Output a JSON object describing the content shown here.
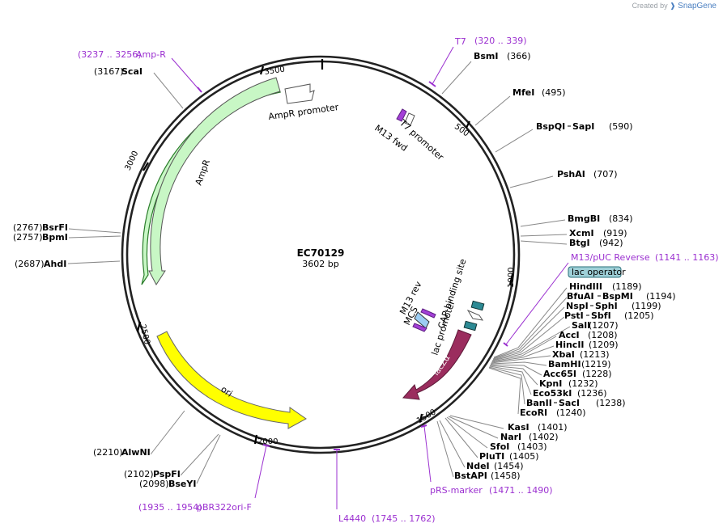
{
  "credit": {
    "prefix": "Created by",
    "brand": "SnapGene"
  },
  "plasmid": {
    "name": "EC70129",
    "length_label": "3602 bp"
  },
  "ticks": [
    "500",
    "1000",
    "1500",
    "2000",
    "2500",
    "3000",
    "3500"
  ],
  "features": {
    "ampr": "AmpR",
    "ampr_promoter": "AmpR promoter",
    "ori": "ori",
    "lacz": "lacZα",
    "m13_fwd": "M13 fwd",
    "t7_promoter": "T7 promoter",
    "m13_rev": "M13 rev",
    "mcs": "MCS",
    "cap": "CAP binding site",
    "lac_promoter": "lac promoter",
    "lac_operator": "lac operator"
  },
  "primers": {
    "t7": {
      "name": "T7",
      "range": "(320 .. 339)"
    },
    "ampr": {
      "name": "Amp-R",
      "range": "(3237 .. 3256)"
    },
    "m13puc": {
      "name": "M13/pUC Reverse",
      "range": "(1141 .. 1163)"
    },
    "prs": {
      "name": "pRS-marker",
      "range": "(1471 .. 1490)"
    },
    "l4440": {
      "name": "L4440",
      "range": "(1745 .. 1762)"
    },
    "pbr": {
      "name": "pBR322ori-F",
      "range": "(1935 .. 1954)"
    }
  },
  "sites_right": [
    {
      "name": "BsmI",
      "pos": "(366)"
    },
    {
      "name": "MfeI",
      "pos": "(495)"
    },
    {
      "name": "BspQI",
      "name2": "SapI",
      "pos": "(590)"
    },
    {
      "name": "PshAI",
      "pos": "(707)"
    },
    {
      "name": "BmgBI",
      "pos": "(834)"
    },
    {
      "name": "XcmI",
      "pos": "(919)"
    },
    {
      "name": "BtgI",
      "pos": "(942)"
    }
  ],
  "sites_mcs": [
    {
      "name": "HindIII",
      "pos": "(1189)"
    },
    {
      "name": "BfuAI",
      "name2": "BspMI",
      "pos": "(1194)"
    },
    {
      "name": "NspI",
      "name2": "SphI",
      "pos": "(1199)"
    },
    {
      "name": "PstI",
      "name2": "SbfI",
      "pos": "(1205)"
    },
    {
      "name": "SalI",
      "pos": "(1207)"
    },
    {
      "name": "AccI",
      "pos": "(1208)"
    },
    {
      "name": "HincII",
      "pos": "(1209)"
    },
    {
      "name": "XbaI",
      "pos": "(1213)"
    },
    {
      "name": "BamHI",
      "pos": "(1219)"
    },
    {
      "name": "Acc65I",
      "pos": "(1228)"
    },
    {
      "name": "KpnI",
      "pos": "(1232)"
    },
    {
      "name": "Eco53kI",
      "pos": "(1236)"
    },
    {
      "name": "BanII",
      "name2": "SacI",
      "pos": "(1238)"
    },
    {
      "name": "EcoRI",
      "pos": "(1240)"
    }
  ],
  "sites_lower": [
    {
      "name": "KasI",
      "pos": "(1401)"
    },
    {
      "name": "NarI",
      "pos": "(1402)"
    },
    {
      "name": "SfoI",
      "pos": "(1403)"
    },
    {
      "name": "PluTI",
      "pos": "(1405)"
    },
    {
      "name": "NdeI",
      "pos": "(1454)"
    },
    {
      "name": "BstAPI",
      "pos": "(1458)"
    }
  ],
  "sites_left": [
    {
      "name": "ScaI",
      "pos": "(3167)"
    },
    {
      "name": "BsrFI",
      "pos": "(2767)"
    },
    {
      "name": "BpmI",
      "pos": "(2757)"
    },
    {
      "name": "AhdI",
      "pos": "(2687)"
    },
    {
      "name": "AlwNI",
      "pos": "(2210)"
    },
    {
      "name": "PspFI",
      "pos": "(2102)"
    },
    {
      "name": "BseYI",
      "pos": "(2098)"
    }
  ]
}
